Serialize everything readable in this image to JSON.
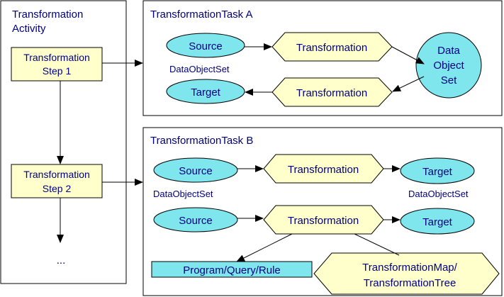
{
  "activity": {
    "title_line1": "Transformation",
    "title_line2": "Activity",
    "step1_line1": "Transformation",
    "step1_line2": "Step 1",
    "step2_line1": "Transformation",
    "step2_line2": "Step 2",
    "ellipsis": "..."
  },
  "task_a": {
    "title": "TransformationTask A",
    "source": "Source",
    "source_caption": "DataObjectSet",
    "transformation_top": "Transformation",
    "data_object_set_line1": "Data",
    "data_object_set_line2": "Object",
    "data_object_set_line3": "Set",
    "target": "Target",
    "transformation_bottom": "Transformation"
  },
  "task_b": {
    "title": "TransformationTask B",
    "source1": "Source",
    "source1_caption": "DataObjectSet",
    "transformation1": "Transformation",
    "target1": "Target",
    "target1_caption": "DataObjectSet",
    "source2": "Source",
    "transformation2": "Transformation",
    "target2": "Target",
    "program": "Program/Query/Rule",
    "map_line1": "TransformationMap/",
    "map_line2": "TransformationTree"
  }
}
